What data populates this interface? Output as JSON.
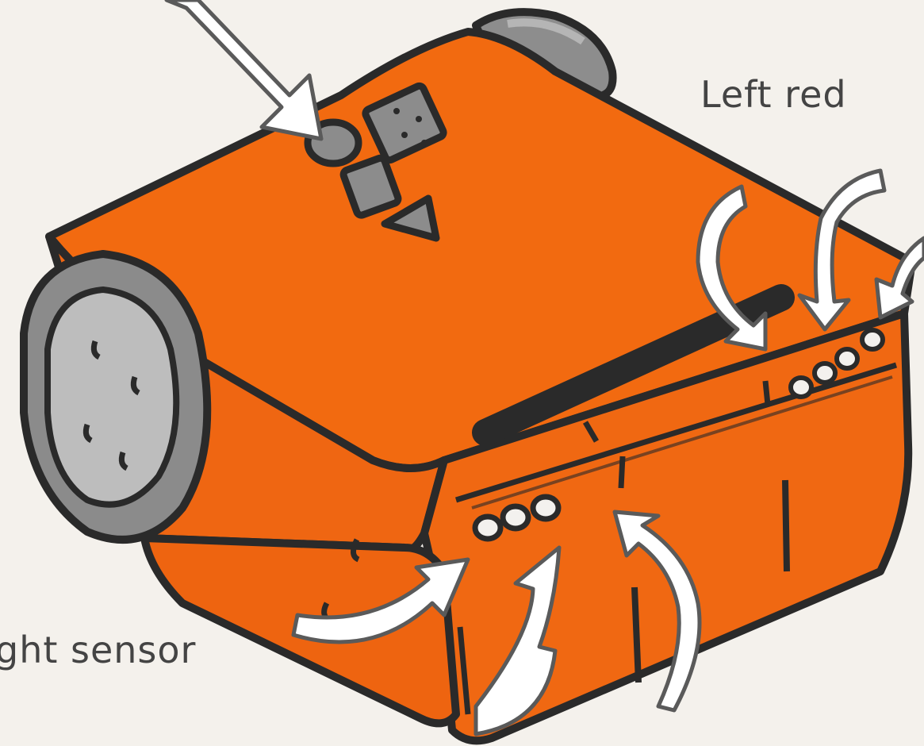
{
  "callouts": {
    "left_red": "Left red",
    "light_sensor": "ght sensor"
  },
  "colors": {
    "body": "#f26a10",
    "body_shadow": "#d9570a",
    "outline": "#2a2a2a",
    "wheel_tire": "#8b8b8b",
    "wheel_hub": "#bdbdbd",
    "arrow_fill": "#ffffff",
    "background": "#f4f1ec"
  },
  "icons": [
    "robot-illustration",
    "round-button-icon",
    "square-button-icon",
    "play-button-icon",
    "led-lens-icon",
    "curved-arrow-icon"
  ]
}
